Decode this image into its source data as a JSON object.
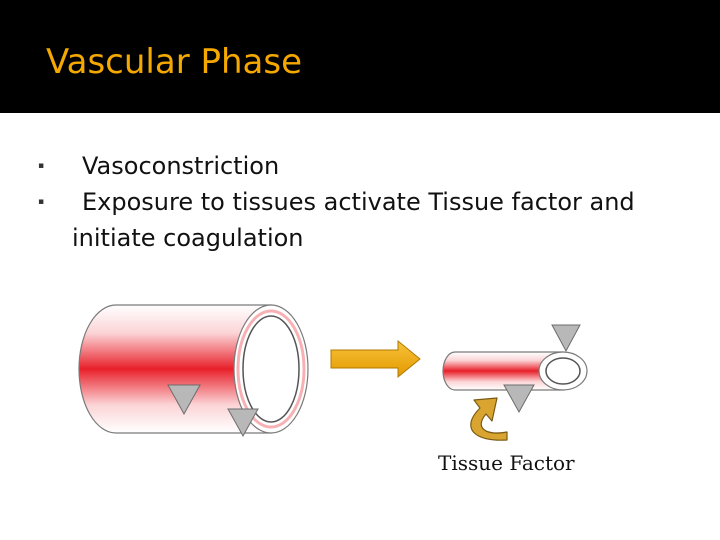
{
  "slide": {
    "title": "Vascular Phase",
    "bullets": [
      "Vasoconstriction",
      "Exposure to tissues activate Tissue factor and initiate coagulation"
    ],
    "bullet_marker": "▪"
  },
  "diagram": {
    "caption": "Tissue Factor",
    "colors": {
      "title": "#f5a800",
      "vessel_red": "#e8202a",
      "arrow": "#f2a900",
      "curved_arrow": "#d9a530",
      "platelet_marker": "#b8b8b8"
    }
  }
}
